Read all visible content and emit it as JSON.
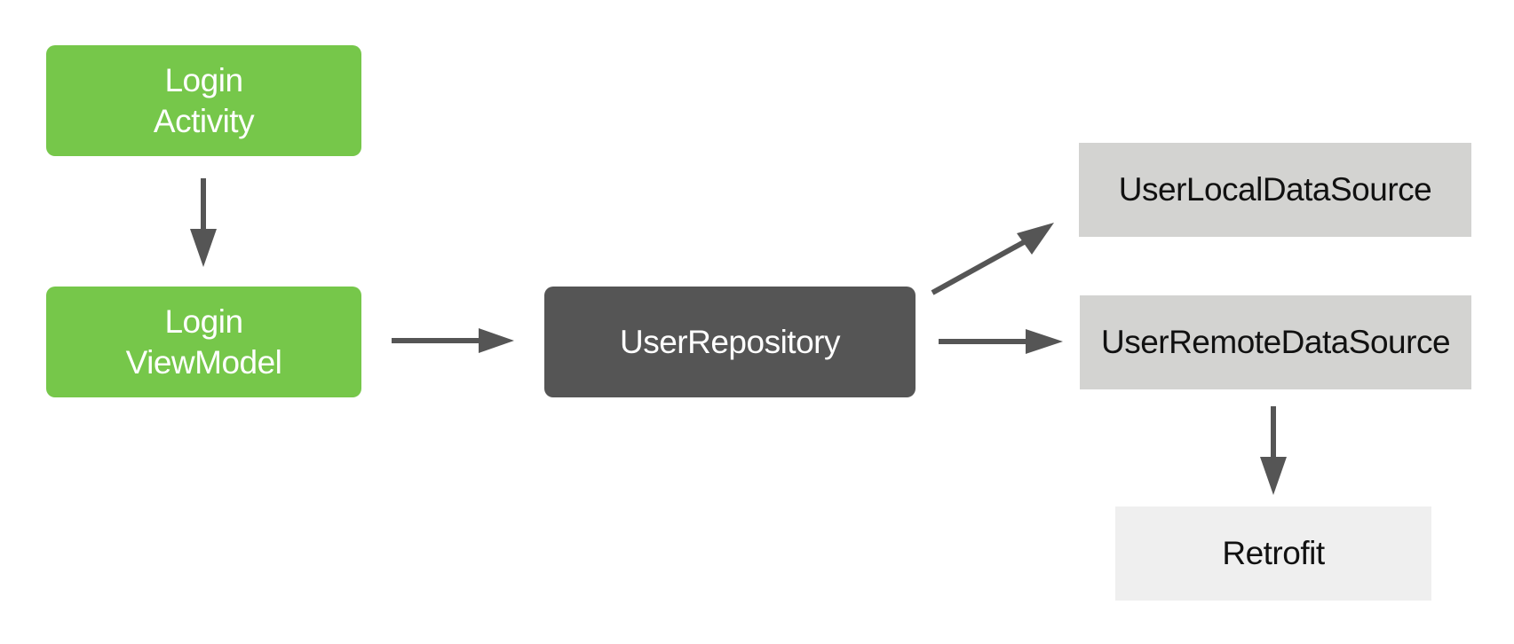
{
  "colors": {
    "ui_layer": "#76c74a",
    "repository": "#555555",
    "data_source": "#d3d3d1",
    "library": "#efefef",
    "arrow": "#555555"
  },
  "nodes": {
    "login_activity": {
      "lines": [
        "Login",
        "Activity"
      ]
    },
    "login_viewmodel": {
      "lines": [
        "Login",
        "ViewModel"
      ]
    },
    "user_repository": {
      "label": "UserRepository"
    },
    "user_local_data_source": {
      "label": "UserLocalDataSource"
    },
    "user_remote_data_source": {
      "label": "UserRemoteDataSource"
    },
    "retrofit": {
      "label": "Retrofit"
    }
  }
}
